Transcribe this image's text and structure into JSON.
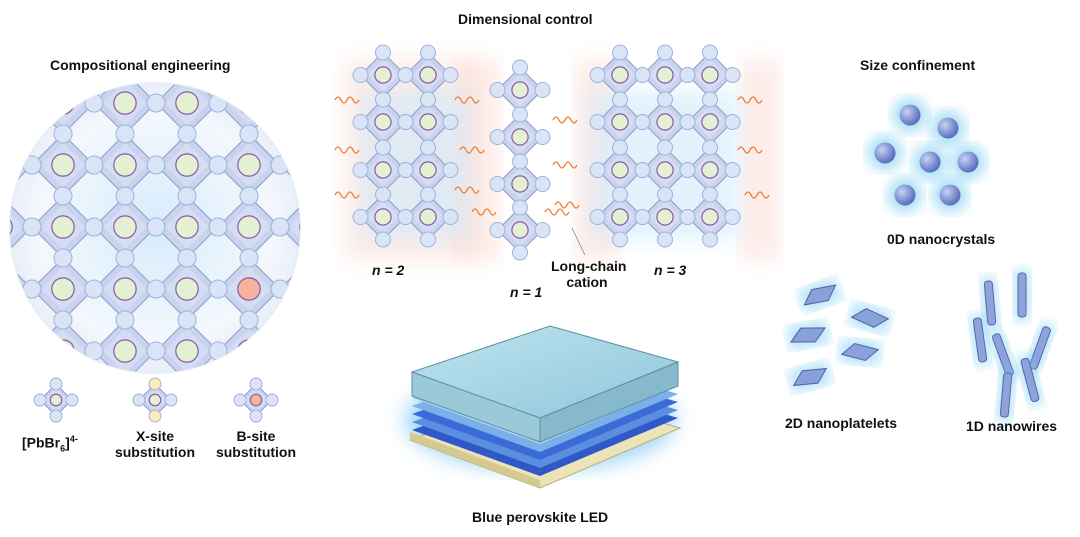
{
  "titles": {
    "compositional": "Compositional engineering",
    "dimensional": "Dimensional control",
    "size": "Size confinement",
    "led": "Blue perovskite LED"
  },
  "legend": {
    "pbbr6_base": "[PbBr",
    "pbbr6_sub": "6",
    "pbbr6_end": "]",
    "pbbr6_sup": "4-",
    "xsite": "X-site",
    "bsite": "B-site",
    "substitution": "substitution"
  },
  "dimensional": {
    "n2": "n = 2",
    "n1": "n = 1",
    "n3": "n = 3",
    "cation_line1": "Long-chain",
    "cation_line2": "cation"
  },
  "size": {
    "zero_d": "0D nanocrystals",
    "two_d": "2D nanoplatelets",
    "one_d": "1D nanowires"
  },
  "colors": {
    "octahedron": "#c9d3ee",
    "octa_stroke": "#8e9cc8",
    "x_site": "#d9e4f6",
    "b_site": "#e4f0d2",
    "b_ring": "#8a5aa8",
    "x_sub": "#fbecb8",
    "b_sub": "#f4b39a",
    "cation": "#f07a2a",
    "glow": "#6cc8f0"
  }
}
